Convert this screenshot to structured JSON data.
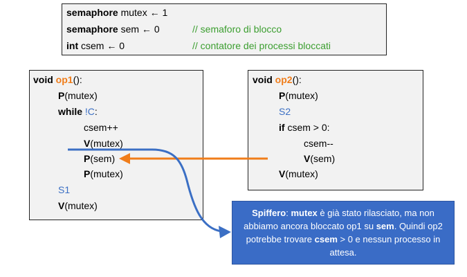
{
  "header": {
    "line1": {
      "kw": "semaphore",
      "rest": " mutex ← 1"
    },
    "line2": {
      "kw": "semaphore",
      "rest": " sem ← 0",
      "comment": "// semaforo di blocco"
    },
    "line3": {
      "kw": "int",
      "rest": " csem ← 0",
      "comment": "// contatore dei processi bloccati"
    }
  },
  "op1": {
    "sig_kw": "void",
    "sig_name": "op1",
    "sig_tail": "():",
    "p_mutex_kw": "P",
    "p_mutex_arg": "(mutex)",
    "while_kw": "while",
    "while_neg": " !",
    "while_cond": "C",
    "while_tail": ":",
    "csem_inc": "csem++",
    "v_mutex_kw": "V",
    "v_mutex_arg": "(mutex)",
    "p_sem_kw": "P",
    "p_sem_arg": "(sem)",
    "p_mutex2_kw": "P",
    "p_mutex2_arg": "(mutex)",
    "s1": "S1",
    "v_mutex_end_kw": "V",
    "v_mutex_end_arg": "(mutex)"
  },
  "op2": {
    "sig_kw": "void",
    "sig_name": "op2",
    "sig_tail": "():",
    "p_mutex_kw": "P",
    "p_mutex_arg": "(mutex)",
    "s2": "S2",
    "if_kw": "if",
    "if_cond": " csem > 0:",
    "csem_dec": "csem--",
    "v_sem_kw": "V",
    "v_sem_arg": "(sem)",
    "v_mutex_kw": "V",
    "v_mutex_arg": "(mutex)"
  },
  "note": {
    "p1": "Spiffero",
    "p2": ": ",
    "p3": "mutex",
    "p4": " è già stato rilasciato, ma non abbiamo ancora bloccato op1 su ",
    "p5": "sem",
    "p6": ". Quindi op2 potrebbe trovare ",
    "p7": "csem",
    "p8": " > 0 e nessun processo in attesa."
  },
  "colors": {
    "accent_orange": "#f07d1a",
    "accent_blue": "#3b6fc4",
    "comment_green": "#3b9e2f",
    "note_fill": "#3a6cc6"
  }
}
